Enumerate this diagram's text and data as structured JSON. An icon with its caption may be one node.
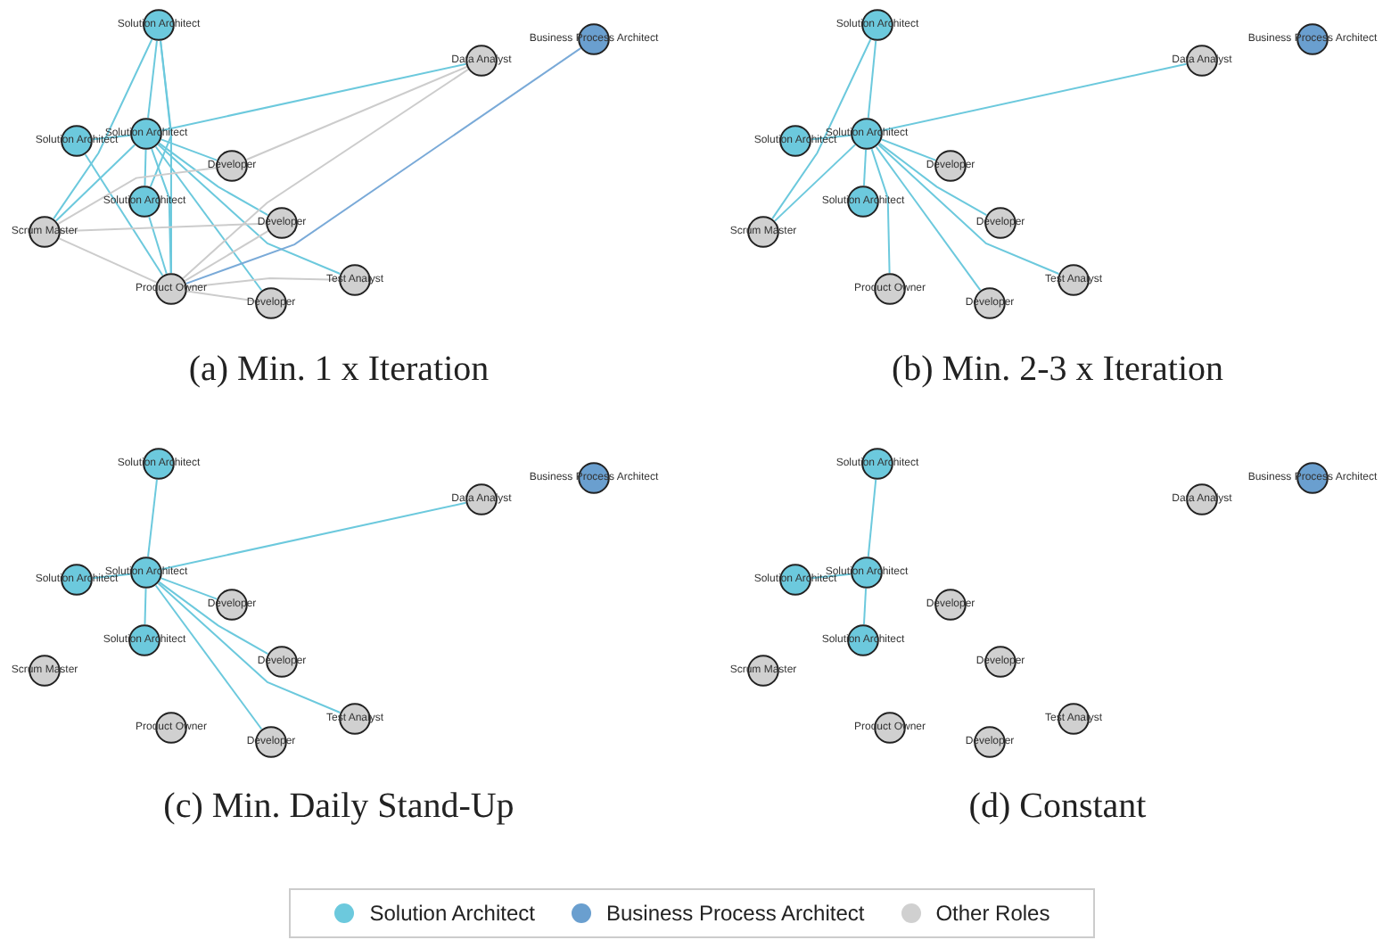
{
  "diagram": {
    "nodes": [
      {
        "text": [
          "Solution Architect"
        ]
      },
      {
        "text": [
          "Business Process Architect"
        ]
      },
      {
        "text": [
          "Data Analyst"
        ]
      },
      {
        "text": [
          "Solution Architect"
        ]
      },
      {
        "text": [
          "Solution Architect"
        ]
      },
      {
        "text": [
          "Developer"
        ]
      },
      {
        "text": [
          "Solution Architect"
        ]
      },
      {
        "text": [
          "Scrum Master"
        ]
      },
      {
        "text": [
          "Developer"
        ]
      },
      {
        "text": [
          "Test Analyst"
        ]
      },
      {
        "text": [
          "Product Owner"
        ]
      },
      {
        "text": [
          "Developer"
        ]
      },
      {
        "text": [
          "Solution Architect"
        ]
      },
      {
        "text": [
          "Business Process Architect"
        ]
      },
      {
        "text": [
          "Data Analyst"
        ]
      },
      {
        "text": [
          "Solution Architect"
        ]
      },
      {
        "text": [
          "Solution Architect"
        ]
      },
      {
        "text": [
          "Developer"
        ]
      },
      {
        "text": [
          "Solution Architect"
        ]
      },
      {
        "text": [
          "Scrum Master"
        ]
      },
      {
        "text": [
          "Developer"
        ]
      },
      {
        "text": [
          "Test Analyst"
        ]
      },
      {
        "text": [
          "Product Owner"
        ]
      },
      {
        "text": [
          "Developer"
        ]
      },
      {
        "text": [
          "Solution Architect"
        ]
      },
      {
        "text": [
          "Business Process Architect"
        ]
      },
      {
        "text": [
          "Data Analyst"
        ]
      },
      {
        "text": [
          "Solution Architect"
        ]
      },
      {
        "text": [
          "Solution Architect"
        ]
      },
      {
        "text": [
          "Developer"
        ]
      },
      {
        "text": [
          "Solution Architect"
        ]
      },
      {
        "text": [
          "Scrum Master"
        ]
      },
      {
        "text": [
          "Developer"
        ]
      },
      {
        "text": [
          "Test Analyst"
        ]
      },
      {
        "text": [
          "Product Owner"
        ]
      },
      {
        "text": [
          "Developer"
        ]
      },
      {
        "text": [
          "Solution Architect"
        ]
      },
      {
        "text": [
          "Business Process Architect"
        ]
      },
      {
        "text": [
          "Data Analyst"
        ]
      },
      {
        "text": [
          "Solution Architect"
        ]
      },
      {
        "text": [
          "Solution Architect"
        ]
      },
      {
        "text": [
          "Developer"
        ]
      },
      {
        "text": [
          "Solution Architect"
        ]
      },
      {
        "text": [
          "Scrum Master"
        ]
      },
      {
        "text": [
          "Developer"
        ]
      },
      {
        "text": [
          "Test Analyst"
        ]
      },
      {
        "text": [
          "Product Owner"
        ]
      },
      {
        "text": [
          "Developer"
        ]
      }
    ],
    "edges": [
      {
        "from": 0,
        "to": 7,
        "arrow": "none"
      },
      {
        "from": 0,
        "to": 4,
        "arrow": "none"
      },
      {
        "from": 0,
        "to": 10,
        "arrow": "none"
      },
      {
        "from": 0,
        "to": 6,
        "arrow": "none"
      },
      {
        "from": 3,
        "to": 4,
        "arrow": "none"
      },
      {
        "from": 3,
        "to": 10,
        "arrow": "none"
      },
      {
        "from": 4,
        "to": 7,
        "arrow": "none"
      },
      {
        "from": 4,
        "to": 2,
        "arrow": "none"
      },
      {
        "from": 4,
        "to": 5,
        "arrow": "none"
      },
      {
        "from": 4,
        "to": 8,
        "arrow": "none"
      },
      {
        "from": 4,
        "to": 9,
        "arrow": "none"
      },
      {
        "from": 4,
        "to": 11,
        "arrow": "none"
      },
      {
        "from": 4,
        "to": 10,
        "arrow": "none"
      },
      {
        "from": 4,
        "to": 6,
        "arrow": "none"
      },
      {
        "from": 6,
        "to": 10,
        "arrow": "none"
      },
      {
        "from": 2,
        "to": 5,
        "arrow": "none",
        "color": "#cccccc"
      },
      {
        "from": 2,
        "to": 10,
        "arrow": "none",
        "color": "#cccccc"
      },
      {
        "from": 5,
        "to": 7,
        "arrow": "none",
        "color": "#cccccc"
      },
      {
        "from": 7,
        "to": 8,
        "arrow": "none",
        "color": "#cccccc"
      },
      {
        "from": 7,
        "to": 10,
        "arrow": "none",
        "color": "#cccccc"
      },
      {
        "from": 8,
        "to": 10,
        "arrow": "none",
        "color": "#cccccc"
      },
      {
        "from": 10,
        "to": 9,
        "arrow": "none",
        "color": "#cccccc"
      },
      {
        "from": 10,
        "to": 11,
        "arrow": "none",
        "color": "#cccccc"
      },
      {
        "from": 1,
        "to": 10,
        "arrow": "none",
        "color": "#7aaad8"
      },
      {
        "from": 12,
        "to": 19,
        "arrow": "none"
      },
      {
        "from": 12,
        "to": 16,
        "arrow": "none"
      },
      {
        "from": 15,
        "to": 16,
        "arrow": "none"
      },
      {
        "from": 16,
        "to": 19,
        "arrow": "none"
      },
      {
        "from": 16,
        "to": 14,
        "arrow": "none"
      },
      {
        "from": 16,
        "to": 17,
        "arrow": "none"
      },
      {
        "from": 16,
        "to": 20,
        "arrow": "none"
      },
      {
        "from": 16,
        "to": 21,
        "arrow": "none"
      },
      {
        "from": 16,
        "to": 23,
        "arrow": "none"
      },
      {
        "from": 16,
        "to": 22,
        "arrow": "none"
      },
      {
        "from": 16,
        "to": 18,
        "arrow": "none"
      },
      {
        "from": 24,
        "to": 28,
        "arrow": "none"
      },
      {
        "from": 27,
        "to": 28,
        "arrow": "none"
      },
      {
        "from": 28,
        "to": 26,
        "arrow": "none"
      },
      {
        "from": 28,
        "to": 29,
        "arrow": "none"
      },
      {
        "from": 28,
        "to": 32,
        "arrow": "none"
      },
      {
        "from": 28,
        "to": 33,
        "arrow": "none"
      },
      {
        "from": 28,
        "to": 35,
        "arrow": "none"
      },
      {
        "from": 28,
        "to": 30,
        "arrow": "none"
      },
      {
        "from": 36,
        "to": 40,
        "arrow": "none"
      },
      {
        "from": 39,
        "to": 40,
        "arrow": "none"
      },
      {
        "from": 40,
        "to": 42,
        "arrow": "none"
      }
    ],
    "labels": [
      "(a) Min. 1 x Iteration",
      "(b) Min. 2-3 x Iteration",
      "(c) Min. Daily Stand-Up",
      "(d) Constant"
    ],
    "legend": [
      {
        "text": "Solution Architect",
        "color": "#6cc9dd"
      },
      {
        "text": "Business Process Architect",
        "color": "#6a9fcf"
      },
      {
        "text": "Other Roles",
        "color": "#d0d0d0"
      }
    ]
  }
}
